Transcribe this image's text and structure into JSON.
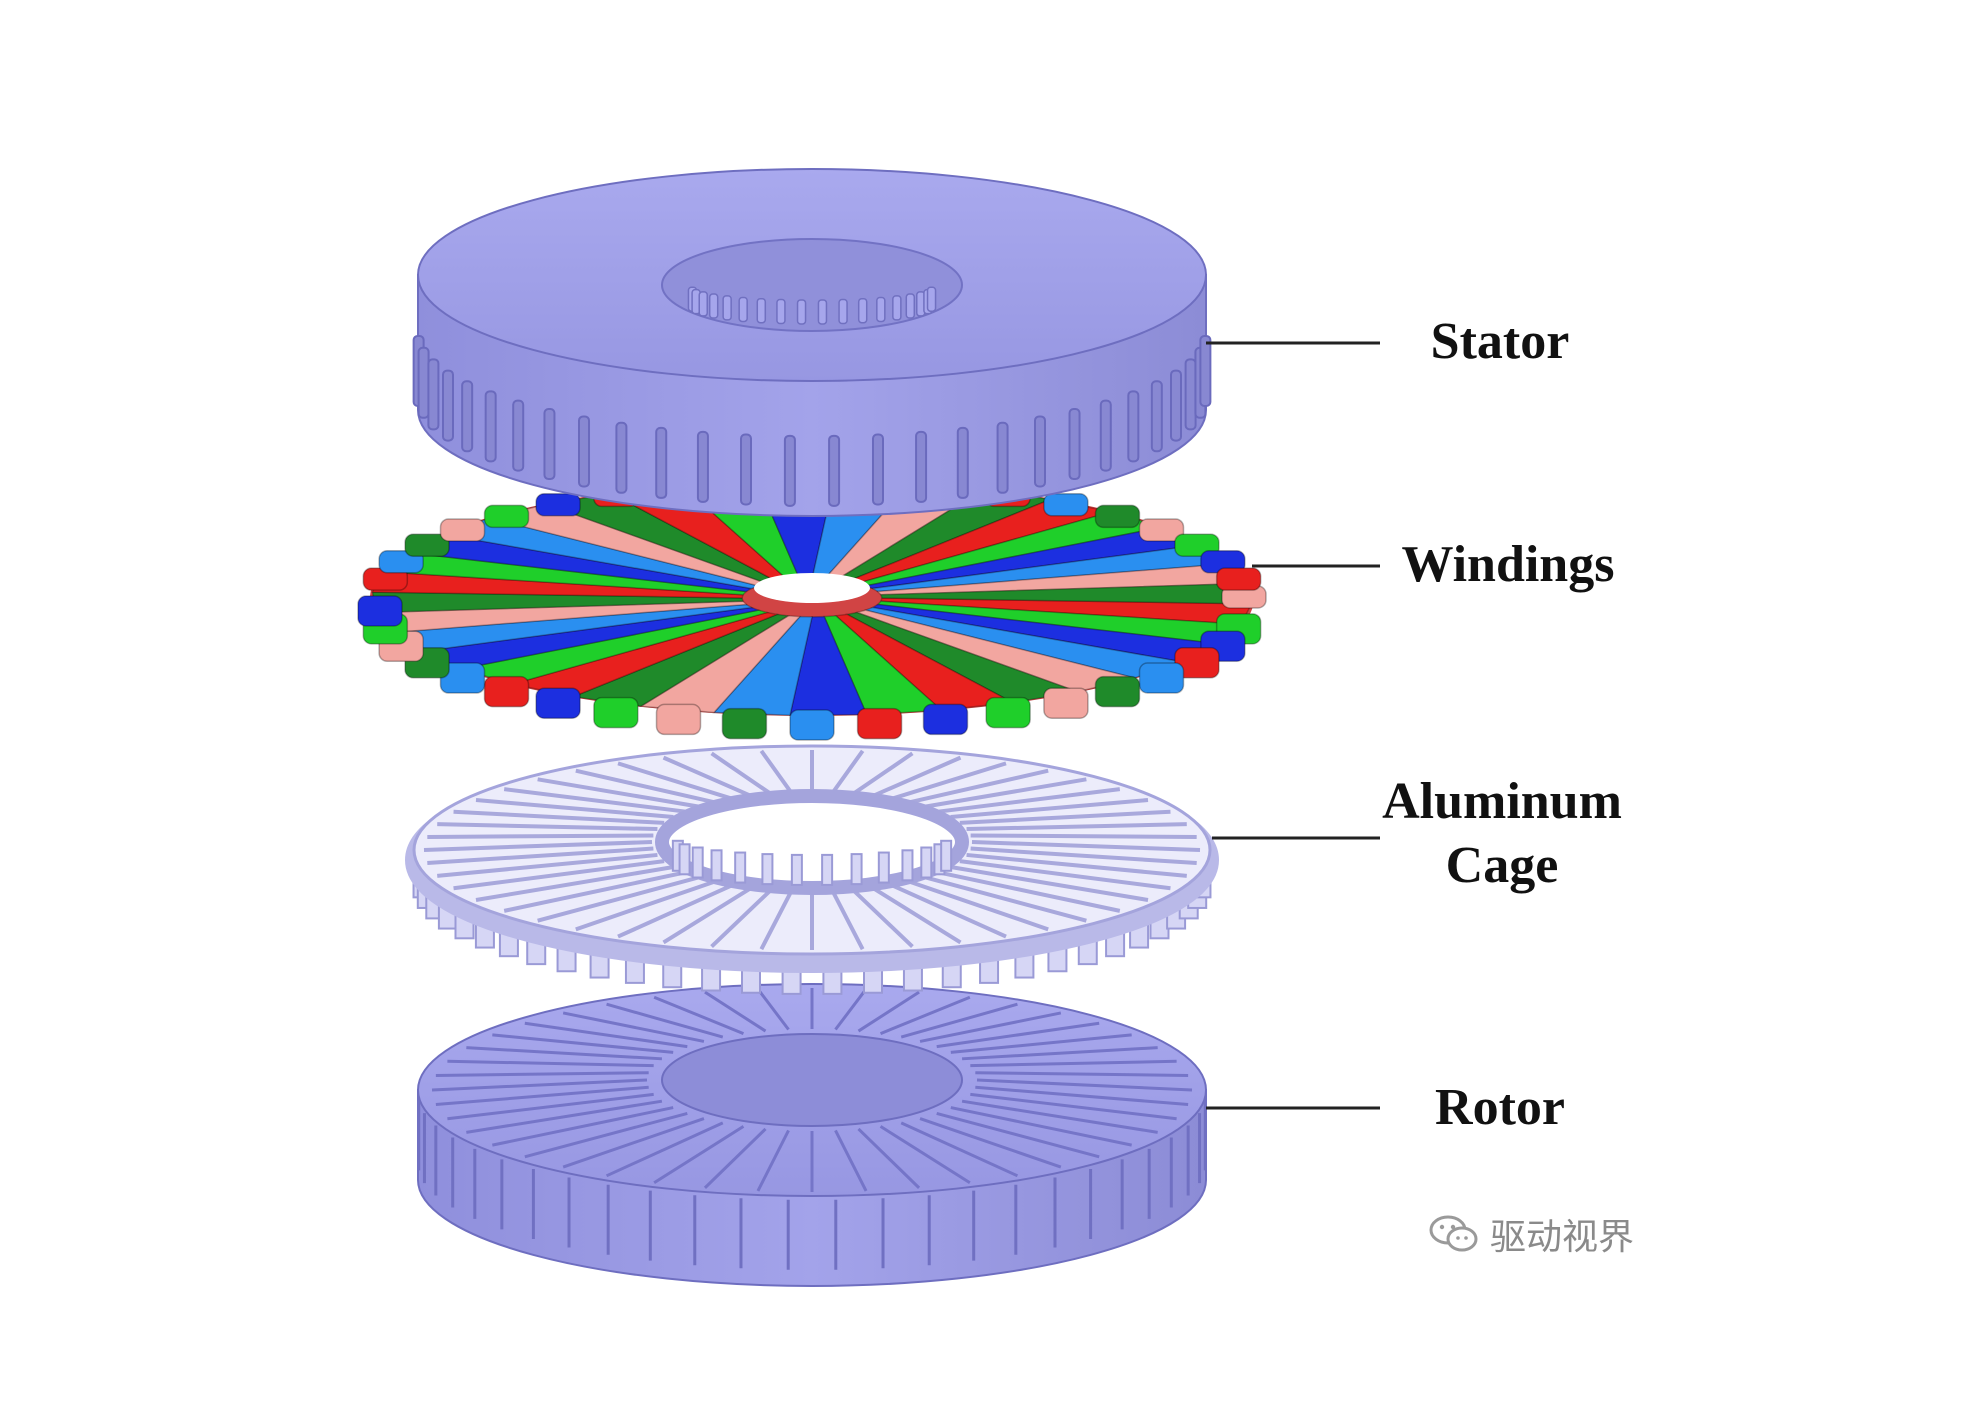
{
  "labels": {
    "stator": "Stator",
    "windings": "Windings",
    "aluminum_cage_line1": "Aluminum",
    "aluminum_cage_line2": "Cage",
    "rotor": "Rotor"
  },
  "watermark": {
    "icon": "wechat-icon",
    "text": "驱动视界"
  },
  "colors": {
    "stator": "#9b9be6",
    "rotor": "#9b9be6",
    "cage": "#dcdcf6",
    "winding_red": "#e8201e",
    "winding_green": "#1fcf2a",
    "winding_blue": "#1c2fe0",
    "winding_light_blue": "#2a8ff0",
    "winding_pink": "#f2a6a0",
    "winding_dark_green": "#1f8a2a",
    "leader_line": "#222222"
  }
}
